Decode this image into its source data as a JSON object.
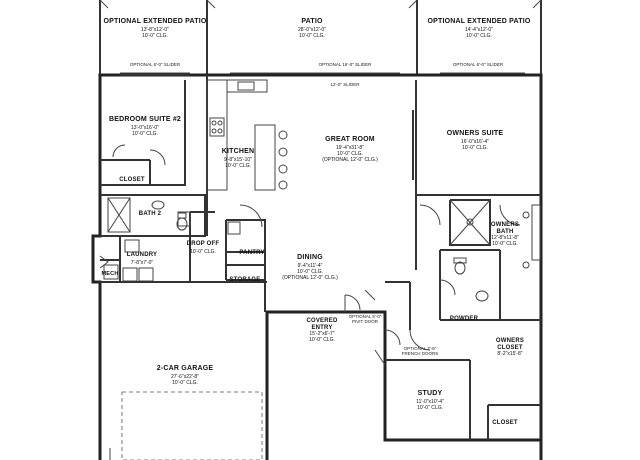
{
  "rooms": {
    "patio_left": {
      "name": "OPTIONAL EXTENDED PATIO",
      "dims": "13'-8\"x12'-0\"",
      "clg": "10'-0\" CLG."
    },
    "patio": {
      "name": "PATIO",
      "dims": "28'-0\"x12'-0\"",
      "clg": "10'-0\" CLG."
    },
    "patio_right": {
      "name": "OPTIONAL EXTENDED PATIO",
      "dims": "14'-4\"x12'-0\"",
      "clg": "10'-0\" CLG."
    },
    "bedroom2": {
      "name": "BEDROOM SUITE #2",
      "dims": "13'-0\"x16'-0\"",
      "clg": "10'-0\" CLG."
    },
    "kitchen": {
      "name": "KITCHEN",
      "dims": "9'-8\"x15'-10\"",
      "clg": "10'-0\" CLG."
    },
    "great_room": {
      "name": "GREAT ROOM",
      "dims": "19'-4\"x31'-8\"",
      "clg": "10'-0\" CLG.",
      "optional": "(OPTIONAL 12'-0\" CLG.)"
    },
    "owners_suite": {
      "name": "OWNERS SUITE",
      "dims": "16'-0\"x16'-4\"",
      "clg": "10'-0\" CLG."
    },
    "closet_bed": {
      "name": "CLOSET"
    },
    "bath2": {
      "name": "BATH 2"
    },
    "laundry": {
      "name": "LAUNDRY",
      "dims": "7'-8\"x7'-0\""
    },
    "drop_off": {
      "name": "DROP OFF",
      "clg": "10'-0\" CLG."
    },
    "pantry": {
      "name": "PANTRY"
    },
    "storage": {
      "name": "STORAGE"
    },
    "mech": {
      "name": "MECH"
    },
    "dining": {
      "name": "DINING",
      "dims": "9'-4\"x11'-4\"",
      "clg": "10'-0\" CLG.",
      "optional": "(OPTIONAL 12'-0\" CLG.)"
    },
    "owners_bath": {
      "name": "OWNERS BATH",
      "dims": "12'-8\"x11'-8\"",
      "clg": "10'-0\" CLG."
    },
    "powder": {
      "name": "POWDER"
    },
    "covered_entry": {
      "name": "COVERED ENTRY",
      "dims": "15'-2\"x6'-7\"",
      "clg": "10'-0\" CLG."
    },
    "owners_closet": {
      "name": "OWNERS CLOSET",
      "dims": "8'-2\"x15'-8\""
    },
    "garage": {
      "name": "2-CAR GARAGE",
      "dims": "27'-6\"x22'-8\"",
      "clg": "10'-0\" CLG."
    },
    "study": {
      "name": "STUDY",
      "dims": "11'-0\"x10'-4\"",
      "clg": "10'-0\" CLG."
    },
    "closet_study": {
      "name": "CLOSET"
    }
  },
  "notes": {
    "slider_left": "OPTIONAL 6'-0\" SLIDER",
    "slider_center": "OPTIONAL 16'-0\" SLIDER",
    "slider_right": "OPTIONAL 6'-0\" SLIDER",
    "slider_main": "12'-0\" SLIDER",
    "pivot_door": "OPTIONAL 5'-0\" PIVIT DOOR",
    "french_doors": "OPTIONAL 2'-6\" FRENCH DOORS"
  }
}
